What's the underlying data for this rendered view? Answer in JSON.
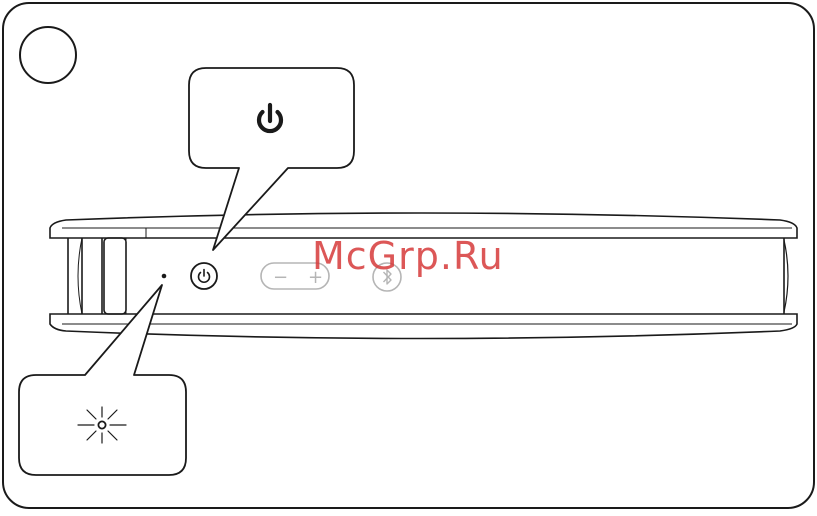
{
  "watermark": {
    "text": "McGrp.Ru",
    "color": "#d63a3a"
  },
  "callouts": {
    "power": {
      "icon": "power-icon"
    },
    "led": {
      "icon": "led-blink-icon"
    }
  },
  "device": {
    "buttons": [
      {
        "id": "power",
        "icon": "power-icon"
      },
      {
        "id": "volume-down",
        "glyph": "−"
      },
      {
        "id": "volume-up",
        "glyph": "+"
      },
      {
        "id": "bluetooth",
        "icon": "bluetooth-icon"
      }
    ],
    "led": {
      "icon": "led-indicator"
    }
  },
  "colors": {
    "stroke": "#1a1a1a",
    "muted": "#b5b5b5"
  }
}
